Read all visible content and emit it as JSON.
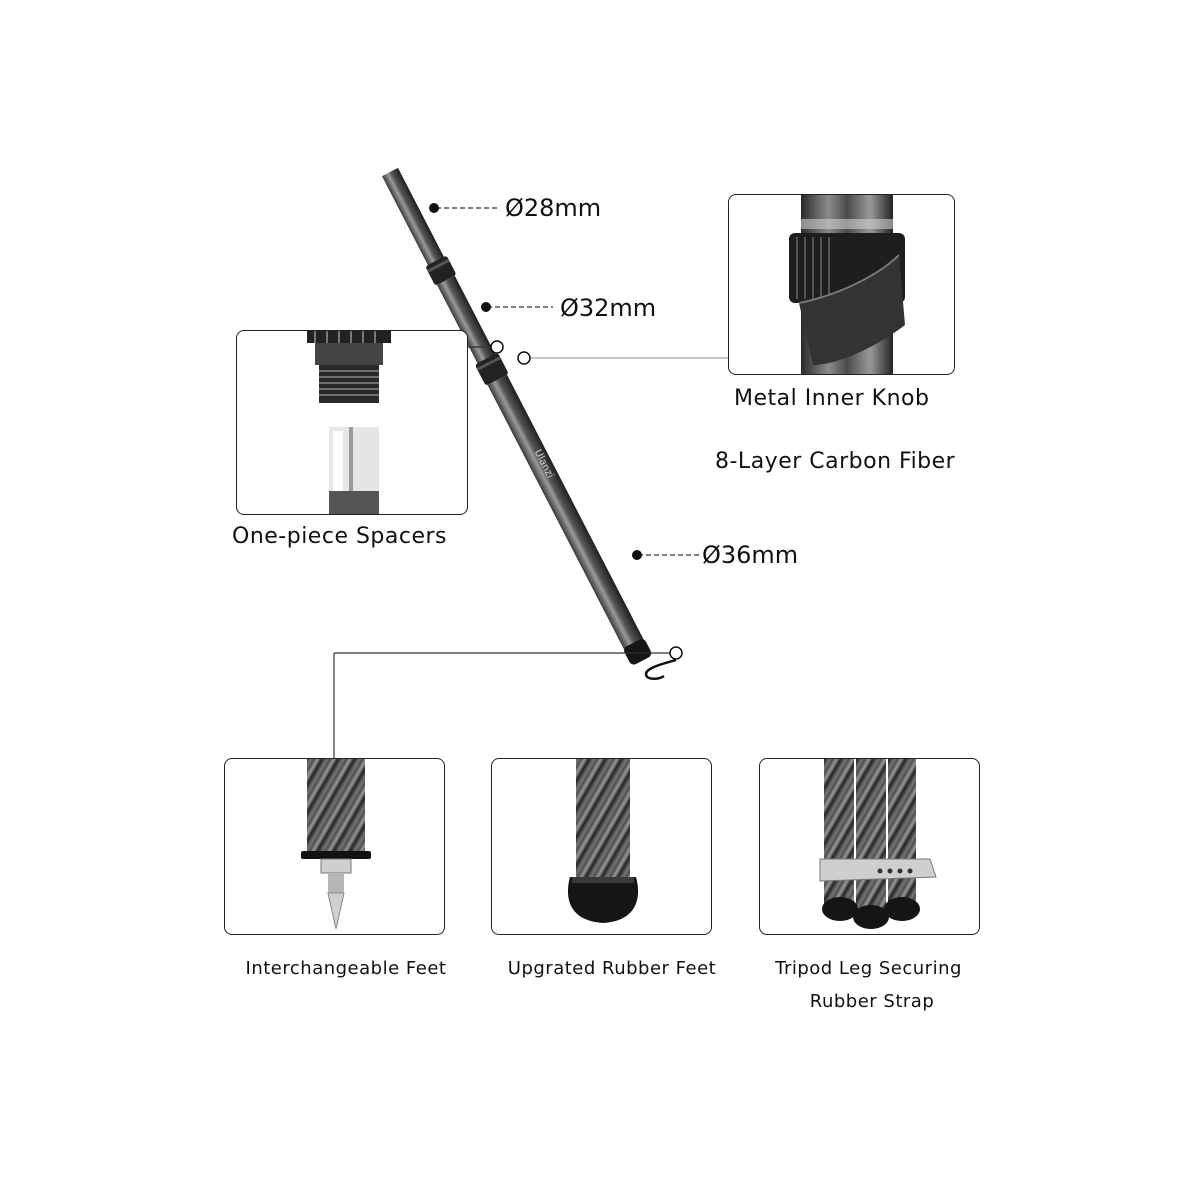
{
  "diameters": {
    "top": "Ø28mm",
    "middle": "Ø32mm",
    "bottom": "Ø36mm"
  },
  "features": {
    "metal_knob": "Metal Inner Knob",
    "carbon_fiber": "8-Layer Carbon Fiber",
    "spacers": "One-piece Spacers",
    "interchangeable_feet": "Interchangeable Feet",
    "rubber_feet": "Upgrated Rubber Feet",
    "strap_line1": "Tripod Leg Securing",
    "strap_line2": "Rubber Strap"
  },
  "leg_brand": "Ulanzi",
  "colors": {
    "carbon_dark": "#2a2a2a",
    "carbon_light": "#9a9a9a",
    "outline": "#222222",
    "metal": "#d9d9d9"
  }
}
